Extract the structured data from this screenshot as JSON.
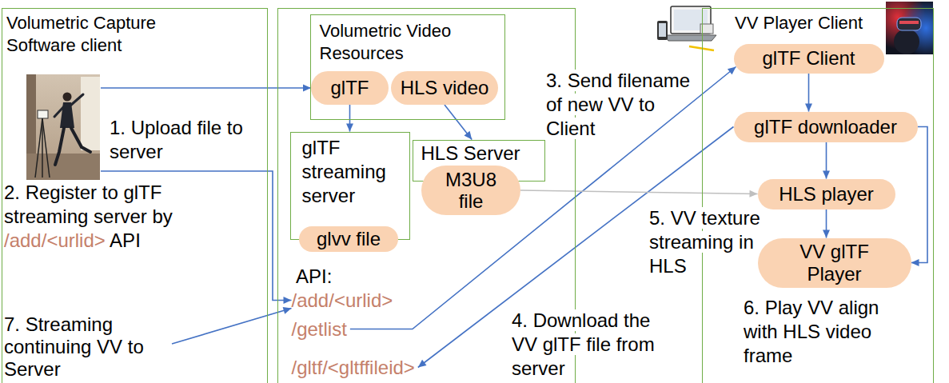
{
  "diagram": {
    "nodes": [
      {
        "text": [
          "Volumetric Capture Software client"
        ]
      },
      {
        "text": [
          "API:"
        ]
      },
      {
        "text": [
          "Volumetric Video Resources"
        ],
        "in": 1
      },
      {
        "text": [
          "glTF"
        ],
        "in": 2
      },
      {
        "text": [
          "HLS video"
        ],
        "in": 2
      },
      {
        "text": [
          "glTF streaming server"
        ],
        "in": 1
      },
      {
        "text": [
          "glvv file"
        ],
        "in": 5
      },
      {
        "text": [
          "HLS Server"
        ],
        "in": 1
      },
      {
        "text": [
          "M3U8 file"
        ],
        "in": 7
      },
      {
        "text": [
          "/add/<urlid>"
        ],
        "in": 1
      },
      {
        "text": [
          "/getlist"
        ],
        "in": 1
      },
      {
        "text": [
          "/gltf/<gltffileid>"
        ],
        "in": 1
      },
      {
        "text": [
          "VV Player Client"
        ]
      },
      {
        "text": [
          "glTF Client"
        ],
        "in": 12
      },
      {
        "text": [
          "glTF downloader"
        ],
        "in": 12
      },
      {
        "text": [
          "HLS player"
        ],
        "in": 12
      },
      {
        "text": [
          "VV glTF Player"
        ],
        "in": 12
      }
    ],
    "edges": [
      {
        "from": 0,
        "to": 3,
        "arrow": "to"
      },
      {
        "from": 0,
        "to": 9,
        "arrow": "to"
      },
      {
        "from": 0,
        "to": 9,
        "arrow": "to"
      },
      {
        "from": 3,
        "to": 5,
        "arrow": "to"
      },
      {
        "from": 4,
        "to": 7,
        "arrow": "to"
      },
      {
        "from": 10,
        "to": 13,
        "arrow": "to"
      },
      {
        "from": 14,
        "to": 11,
        "arrow": "to"
      },
      {
        "from": 8,
        "to": 15,
        "arrow": "to"
      },
      {
        "from": 13,
        "to": 14,
        "arrow": "to"
      },
      {
        "from": 14,
        "to": 15,
        "arrow": "to"
      },
      {
        "from": 15,
        "to": 16,
        "arrow": "to"
      },
      {
        "from": 14,
        "to": 16,
        "arrow": "to"
      }
    ],
    "labels": [
      "1. Upload file to server",
      "2. Register to glTF streaming server by",
      "/add/<urlid>",
      "API",
      "7. Streaming continuing VV to Server",
      "3. Send filename of new VV to Client",
      "5. VV texture streaming in HLS",
      "4. Download the VV glTF file from server",
      "6. Play VV align with HLS video frame"
    ]
  }
}
